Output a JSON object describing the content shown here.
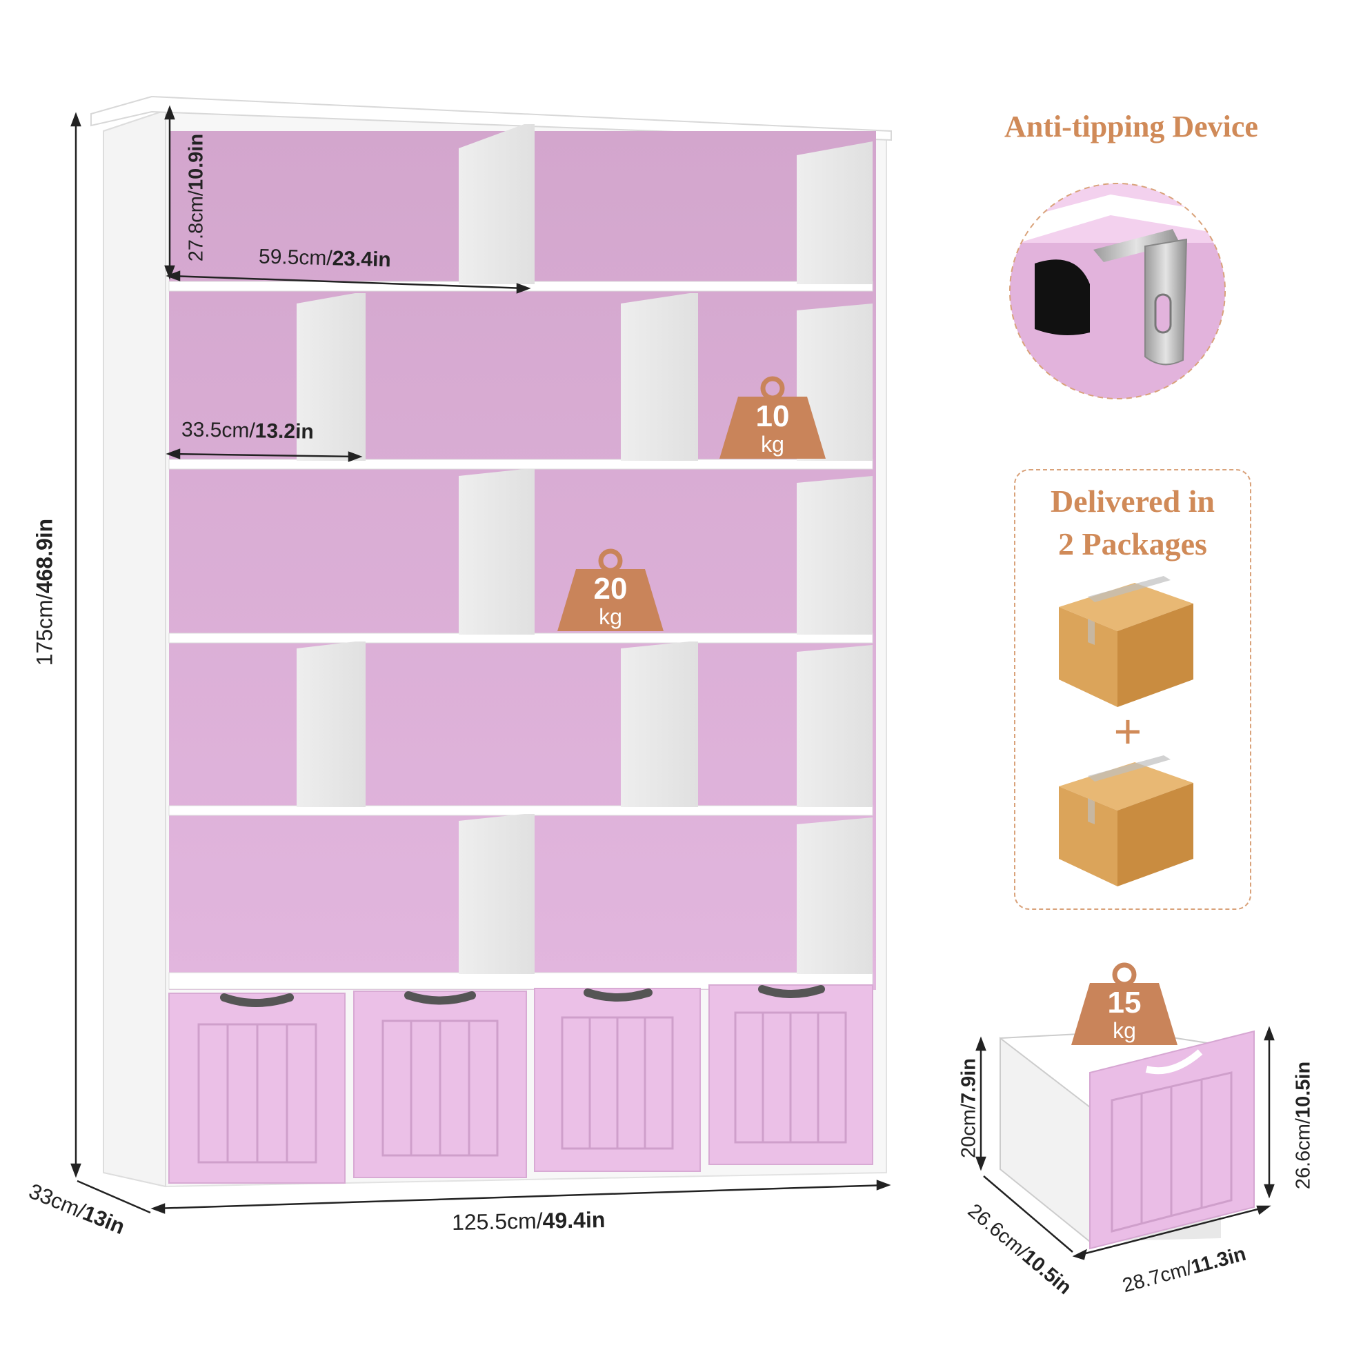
{
  "colors": {
    "accent": "#c9845a",
    "shelf_back": "#dba9d6",
    "drawer": "#ebbfe8",
    "frame": "#ffffff"
  },
  "dimensions": {
    "height": {
      "cm": "175cm/",
      "in": "468.9in"
    },
    "width": {
      "cm": "125.5cm/",
      "in": "49.4in"
    },
    "depth": {
      "cm": "33cm/",
      "in": "13in"
    },
    "large_cube_width": {
      "cm": "59.5cm/",
      "in": "23.4in"
    },
    "cube_height": {
      "cm": "27.8cm/",
      "in": "10.9in"
    },
    "small_cube_width": {
      "cm": "33.5cm/",
      "in": "13.2in"
    }
  },
  "weights": [
    {
      "value": "10",
      "unit": "kg"
    },
    {
      "value": "20",
      "unit": "kg"
    },
    {
      "value": "15",
      "unit": "kg"
    }
  ],
  "anti_tipping": {
    "title": "Anti-tipping Device"
  },
  "packages": {
    "line1": "Delivered in",
    "line2": "2 Packages",
    "plus": "+"
  },
  "drawer_dimensions": {
    "height": {
      "cm": "20cm/",
      "in": "7.9in"
    },
    "depth": {
      "cm": "26.6cm/",
      "in": "10.5in"
    },
    "width": {
      "cm": "28.7cm/",
      "in": "11.3in"
    },
    "front_height": {
      "cm": "26.6cm/",
      "in": "10.5in"
    }
  },
  "icons": [
    "weight-icon",
    "anti-tipping-bracket-icon",
    "cardboard-box-icon",
    "plus-icon",
    "drawer-bin-icon"
  ]
}
